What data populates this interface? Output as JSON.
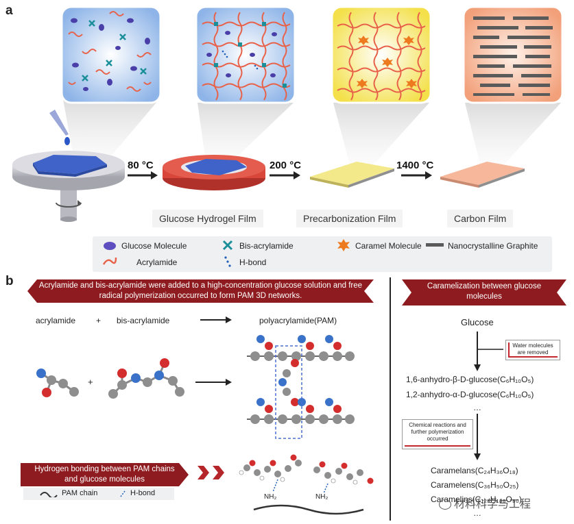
{
  "panel_a": {
    "letter": "a",
    "temperatures": [
      "80 °C",
      "200 °C",
      "1400 °C"
    ],
    "stages": [
      "Glucose Hydrogel Film",
      "Precarbonization Film",
      "Carbon Film"
    ],
    "legend": [
      {
        "label": "Glucose Molecule",
        "icon": "glucose-molecule-icon",
        "color": "#6a5acd"
      },
      {
        "label": "Bis-acrylamide",
        "icon": "bis-acrylamide-icon",
        "color": "#1a8f9a"
      },
      {
        "label": "Caramel Molecule",
        "icon": "caramel-molecule-icon",
        "color": "#ee7a20"
      },
      {
        "label": "Nanocrystalline Graphite",
        "icon": "graphite-icon",
        "color": "#555555"
      },
      {
        "label": "Acrylamide",
        "icon": "acrylamide-icon",
        "color": "#e8624a"
      },
      {
        "label": "H-bond",
        "icon": "h-bond-icon",
        "color": "#1f5fb8"
      }
    ]
  },
  "panel_b": {
    "letter": "b",
    "banner_left": "Acrylamide and bis-acrylamide were added to a high-concentration glucose solution and free radical polymerization occurred to form PAM 3D networks.",
    "reaction_terms": [
      "acrylamide",
      "+",
      "bis-acrylamide",
      "polyacrylamide(PAM)"
    ],
    "banner_hbond": "Hydrogen bonding between PAM chains and glucose molecules",
    "hbond_legend": [
      "PAM chain",
      "H-bond"
    ],
    "nh2": "NH₂",
    "banner_right": "Caramelization between glucose molecules",
    "glucose": "Glucose",
    "water_box": "Water molecules are removed",
    "products1": [
      "1,6-anhydro-β-D-glucose(C₆H₁₀O₅)",
      "1,2-anhydro-α-D-glucose(C₆H₁₀O₅)",
      "…"
    ],
    "chem_box": "Chemical reactions and further polymerization occurred",
    "products2": [
      "Caramelans(C₂₄H₃₆O₁₈)",
      "Caramelens(C₃₆H₅₀O₂₅)",
      "Caramelins(C₁₂₅H₁₈₈O₈₀)",
      "…"
    ],
    "watermark": "材料科学与工程"
  },
  "colors": {
    "banner": "#8e1b1f",
    "hydrogel_red": "#d9463a",
    "precarb_yellow": "#f3e98a",
    "carbon_peach": "#f6b79b"
  }
}
